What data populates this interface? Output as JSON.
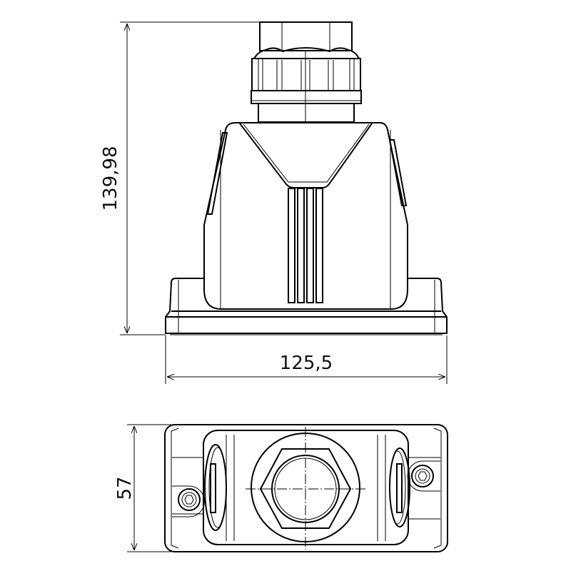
{
  "dimensions": {
    "height": "139,98",
    "width": "125,5",
    "depth": "57"
  }
}
